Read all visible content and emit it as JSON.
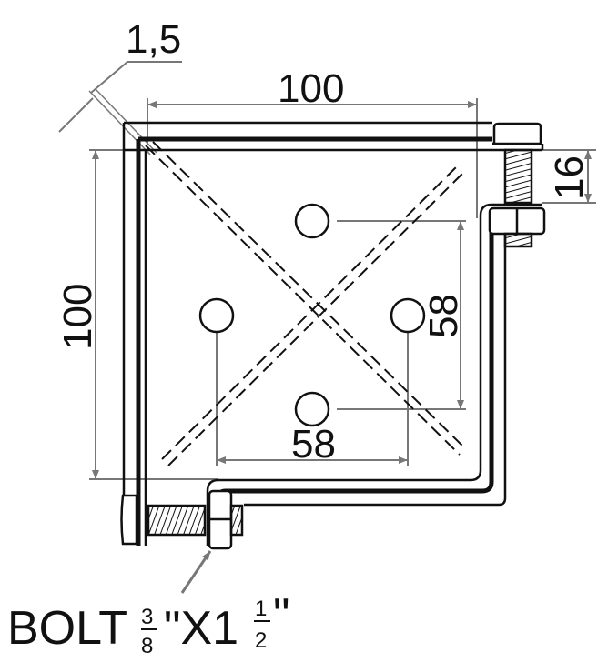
{
  "dimensions": {
    "thickness": "1,5",
    "width": "100",
    "height": "100",
    "hole_spacing_vertical": "58",
    "hole_spacing_horizontal": "58",
    "bolt_offset": "16"
  },
  "bolt_label": {
    "prefix": "BOLT",
    "frac1_num": "3",
    "frac1_den": "8",
    "middle": "\"X1",
    "frac2_num": "1",
    "frac2_den": "2",
    "suffix": "\""
  },
  "colors": {
    "line": "#111111",
    "dimension": "#777777"
  }
}
